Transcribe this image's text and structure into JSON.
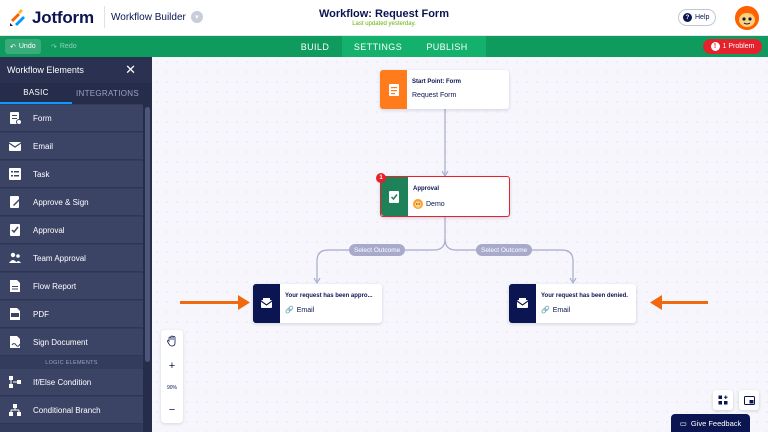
{
  "header": {
    "brand": "Jotform",
    "app_name": "Workflow Builder",
    "title": "Workflow: Request Form",
    "subtitle": "Last updated yesterday.",
    "help_label": "Help"
  },
  "toolbar": {
    "undo_label": "Undo",
    "redo_label": "Redo",
    "tabs": [
      {
        "label": "BUILD",
        "active": true
      },
      {
        "label": "SETTINGS",
        "active": false
      },
      {
        "label": "PUBLISH",
        "active": false
      }
    ],
    "problem_label": "1 Problem"
  },
  "sidebar": {
    "title": "Workflow Elements",
    "tabs": [
      "BASIC",
      "INTEGRATIONS"
    ],
    "items": [
      {
        "label": "Form",
        "icon": "form-icon"
      },
      {
        "label": "Email",
        "icon": "email-icon"
      },
      {
        "label": "Task",
        "icon": "task-icon"
      },
      {
        "label": "Approve & Sign",
        "icon": "approve-sign-icon"
      },
      {
        "label": "Approval",
        "icon": "approval-icon"
      },
      {
        "label": "Team Approval",
        "icon": "team-approval-icon"
      },
      {
        "label": "Flow Report",
        "icon": "flow-report-icon"
      },
      {
        "label": "PDF",
        "icon": "pdf-icon"
      },
      {
        "label": "Sign Document",
        "icon": "sign-document-icon"
      }
    ],
    "logic_header": "LOGIC ELEMENTS",
    "logic_items": [
      {
        "label": "If/Else Condition",
        "icon": "if-else-icon"
      },
      {
        "label": "Conditional Branch",
        "icon": "conditional-branch-icon"
      }
    ]
  },
  "canvas": {
    "start_node": {
      "title": "Start Point: Form",
      "subtitle": "Request Form"
    },
    "approval_node": {
      "title": "Approval",
      "assignee": "Demo",
      "badge": "1"
    },
    "outcome_labels": [
      "Select Outcome",
      "Select Outcome"
    ],
    "email_left": {
      "title": "Your request has been appro...",
      "subtitle": "Email"
    },
    "email_right": {
      "title": "Your request has been denied.",
      "subtitle": "Email"
    },
    "zoom_level": "90%"
  },
  "footer": {
    "feedback_label": "Give Feedback"
  },
  "colors": {
    "toolbar_green": "#0f9a5e",
    "start_orange": "#ff7b1c",
    "approval_green": "#1f8157",
    "email_navy": "#0a1551",
    "problem_red": "#e5212b",
    "annotation_arrow": "#f2680f"
  }
}
